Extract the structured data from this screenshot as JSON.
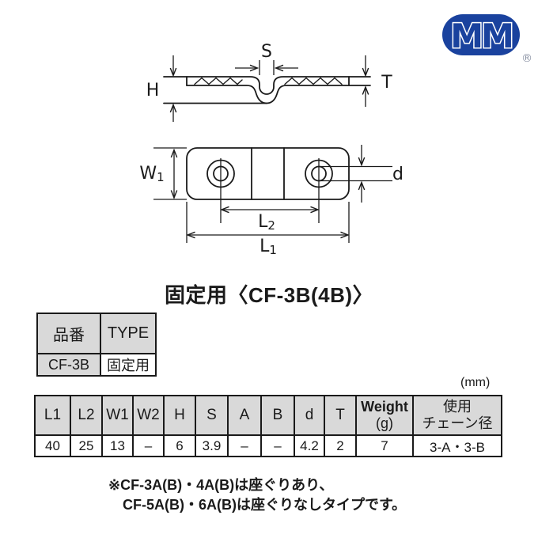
{
  "logo": {
    "text": "MM",
    "registered": "®"
  },
  "drawing": {
    "labels": {
      "s": "S",
      "h": "H",
      "t": "T",
      "d": "d",
      "w1_base": "W",
      "w1_sub": "1",
      "l2_base": "L",
      "l2_sub": "2",
      "l1_base": "L",
      "l1_sub": "1"
    }
  },
  "title": "固定用〈CF-3B(4B)〉",
  "product_table": {
    "headers": [
      "品番",
      "TYPE"
    ],
    "row": [
      "CF-3B",
      "固定用"
    ]
  },
  "unit_label": "(mm)",
  "spec_table": {
    "headers": [
      "L1",
      "L2",
      "W1",
      "W2",
      "H",
      "S",
      "A",
      "B",
      "d",
      "T"
    ],
    "weight_header": [
      "Weight",
      "(g)"
    ],
    "chain_header": [
      "使用",
      "チェーン径"
    ],
    "values": [
      "40",
      "25",
      "13",
      "–",
      "6",
      "3.9",
      "–",
      "–",
      "4.2",
      "2",
      "7",
      "3-A・3-B"
    ]
  },
  "notes": [
    "※CF-3A(B)・4A(B)は座ぐりあり、",
    "CF-5A(B)・6A(B)は座ぐりなしタイプです。"
  ],
  "colors": {
    "logo_blue": "#1A429E",
    "registered_gray": "#8b93a5",
    "table_header_gray": "#d9d9d9",
    "line_black": "#1a1a1a"
  }
}
